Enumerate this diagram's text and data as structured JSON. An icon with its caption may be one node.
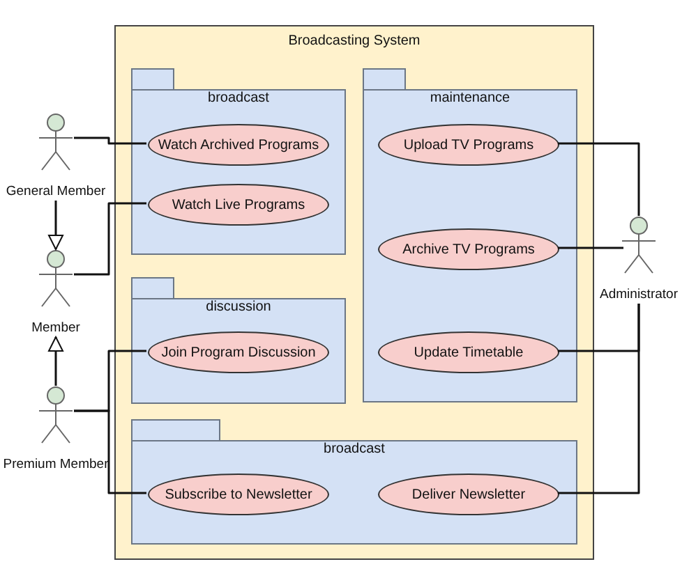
{
  "diagram": {
    "nodes": [
      {
        "text": [
          "Broadcasting System"
        ]
      },
      {
        "text": [
          "broadcast"
        ],
        "in": 0
      },
      {
        "text": [
          "Watch Archived Programs"
        ],
        "in": 1
      },
      {
        "text": [
          "Watch Live Programs"
        ],
        "in": 1
      },
      {
        "text": [
          "maintenance"
        ],
        "in": 0
      },
      {
        "text": [
          "Upload TV Programs"
        ],
        "in": 4
      },
      {
        "text": [
          "Archive TV Programs"
        ],
        "in": 4
      },
      {
        "text": [
          "Update Timetable"
        ],
        "in": 4
      },
      {
        "text": [
          "discussion"
        ],
        "in": 0
      },
      {
        "text": [
          "Join Program Discussion"
        ],
        "in": 8
      },
      {
        "text": [
          "broadcast"
        ],
        "in": 0
      },
      {
        "text": [
          "Subscribe to Newsletter"
        ],
        "in": 10
      },
      {
        "text": [
          "Deliver Newsletter"
        ],
        "in": 10
      },
      {
        "text": [
          "General Member"
        ]
      },
      {
        "text": [
          "Member"
        ]
      },
      {
        "text": [
          "Premium Member"
        ]
      },
      {
        "text": [
          "Administrator"
        ]
      }
    ],
    "edges": [
      {
        "from": 13,
        "to": 14,
        "arrow": "to"
      },
      {
        "from": 15,
        "to": 14,
        "arrow": "to"
      },
      {
        "from": 13,
        "to": 2,
        "arrow": "none"
      },
      {
        "from": 14,
        "to": 3,
        "arrow": "none"
      },
      {
        "from": 15,
        "to": 9,
        "arrow": "none"
      },
      {
        "from": 15,
        "to": 11,
        "arrow": "none"
      },
      {
        "from": 16,
        "to": 5,
        "arrow": "none"
      },
      {
        "from": 16,
        "to": 6,
        "arrow": "none"
      },
      {
        "from": 16,
        "to": 7,
        "arrow": "none"
      },
      {
        "from": 16,
        "to": 12,
        "arrow": "none"
      }
    ]
  }
}
